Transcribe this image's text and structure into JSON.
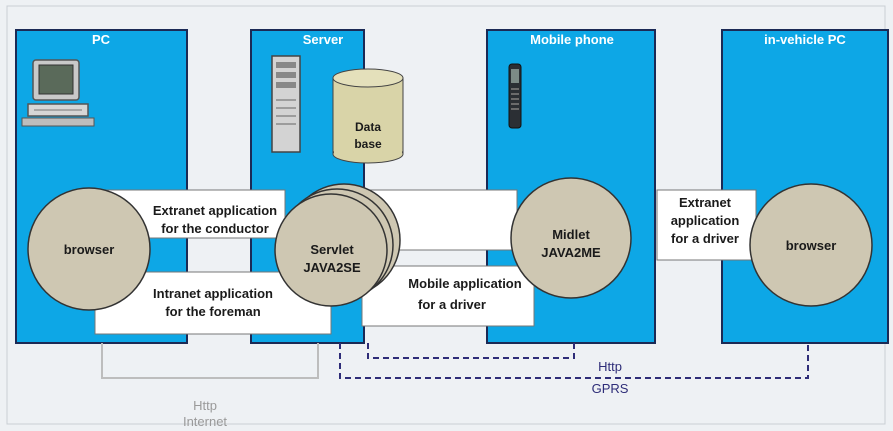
{
  "colors": {
    "background": "#eef1f4",
    "panel": "#0da7e6",
    "panel_border": "#1b2a55",
    "circle": "#cec7b2",
    "box": "#ffffff",
    "internet_line": "#bdbdbd",
    "gprs_line": "#2e2d78",
    "internet_text": "#9a9a9a",
    "gprs_text": "#2e2d78"
  },
  "panels": {
    "pc": "PC",
    "server": "Server",
    "mobile": "Mobile phone",
    "vehicle": "in-vehicle PC"
  },
  "icons": [
    "desktop-computer-icon",
    "server-tower-icon",
    "database-cylinder-icon",
    "mobile-phone-icon"
  ],
  "database": {
    "line1": "Data",
    "line2": "base"
  },
  "nodes": {
    "pc_browser": "browser",
    "servlet": {
      "line1": "Servlet",
      "line2": "JAVA2SE"
    },
    "midlet": {
      "line1": "Midlet",
      "line2": "JAVA2ME"
    },
    "vehicle_browser": "browser"
  },
  "applications": {
    "extranet_conductor": {
      "line1": "Extranet application",
      "line2": "for the conductor"
    },
    "intranet_foreman": {
      "line1": "Intranet application",
      "line2": "for the foreman"
    },
    "mobile_driver": {
      "line1": "Mobile application",
      "line2": "for a driver"
    },
    "extranet_driver": {
      "line1": "Extranet",
      "line2": "application",
      "line3": "for a driver"
    }
  },
  "networks": {
    "internet": {
      "line1": "Http",
      "line2": "Internet"
    },
    "gprs": {
      "line1": "Http",
      "line2": "GPRS"
    }
  }
}
